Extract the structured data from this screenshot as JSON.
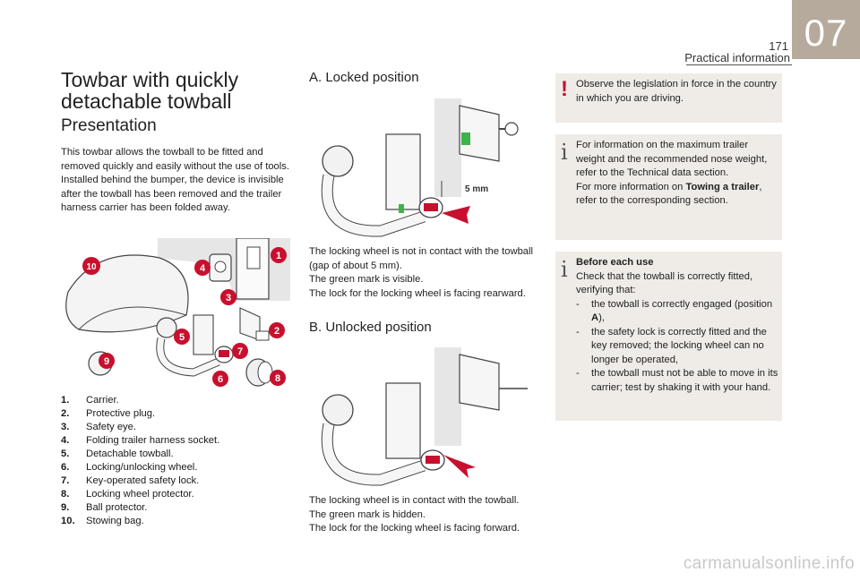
{
  "header": {
    "chapter": "07",
    "page_number": "171",
    "section": "Practical information"
  },
  "left_column": {
    "title": "Towbar with quickly detachable towball",
    "subtitle": "Presentation",
    "intro": "This towbar allows the towball to be fitted and removed quickly and easily without the use of tools. Installed behind the bumper, the device is invisible after the towball has been removed and the trailer harness carrier has been folded away.",
    "legend": [
      {
        "num": "1.",
        "text": "Carrier."
      },
      {
        "num": "2.",
        "text": "Protective plug."
      },
      {
        "num": "3.",
        "text": "Safety eye."
      },
      {
        "num": "4.",
        "text": "Folding trailer harness socket."
      },
      {
        "num": "5.",
        "text": "Detachable towball."
      },
      {
        "num": "6.",
        "text": "Locking/unlocking wheel."
      },
      {
        "num": "7.",
        "text": "Key-operated safety lock."
      },
      {
        "num": "8.",
        "text": "Locking wheel protector."
      },
      {
        "num": "9.",
        "text": "Ball protector."
      },
      {
        "num": "10.",
        "text": "Stowing bag."
      }
    ],
    "callouts": [
      "1",
      "2",
      "3",
      "4",
      "5",
      "6",
      "7",
      "8",
      "9",
      "10"
    ]
  },
  "middle_column": {
    "locked": {
      "title": "A. Locked position",
      "gap_label": "5 mm",
      "lines": [
        "The locking wheel is not in contact with the towball (gap of about 5 mm).",
        "The green mark is visible.",
        "The lock for the locking wheel is facing rearward."
      ]
    },
    "unlocked": {
      "title": "B. Unlocked position",
      "lines": [
        "The locking wheel is in contact with the towball.",
        "The green mark is hidden.",
        "The lock for the locking wheel is facing forward."
      ]
    }
  },
  "right_column": {
    "warning": {
      "icon": "exclamation-icon",
      "text": "Observe the legislation in force in the country in which you are driving."
    },
    "info_1": {
      "icon": "info-icon",
      "line1": "For information on the maximum trailer weight and the recommended nose weight, refer to the Technical data section.",
      "line2_prefix": "For more information on ",
      "line2_bold": "Towing a trailer",
      "line2_suffix": ", refer to the corresponding section."
    },
    "info_2": {
      "icon": "info-icon",
      "heading": "Before each use",
      "lead": "Check that the towball is correctly fitted, verifying that:",
      "items": [
        {
          "dash": "-",
          "text_before": "the towball is correctly engaged (position ",
          "bold": "A",
          "text_after": "),"
        },
        {
          "dash": "-",
          "text": "the safety lock is correctly fitted and the key removed; the locking wheel can no longer be operated,"
        },
        {
          "dash": "-",
          "text": "the towball must not be able to move in its carrier; test by shaking it with your hand."
        }
      ]
    }
  },
  "watermark": "carmanualsonline.info",
  "colors": {
    "chapter_tab": "#b5aa9b",
    "callout": "#c8102e",
    "note_bg": "#efece7",
    "green_mark": "#3cb44b"
  }
}
